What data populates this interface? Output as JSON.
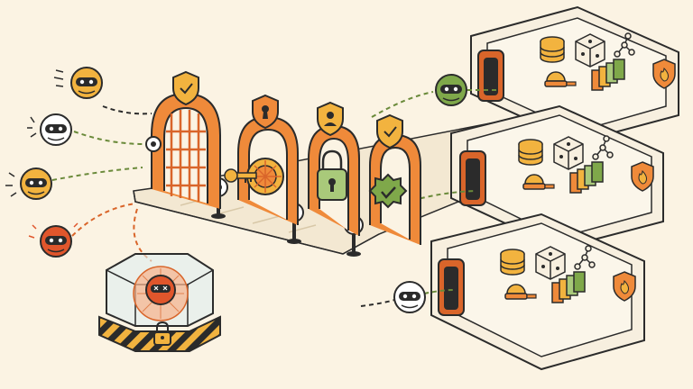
{
  "colors": {
    "background": "#fbf3e3",
    "outline": "#2b2b2b",
    "orange": "#ef8a3a",
    "orange_dark": "#d9652a",
    "yellow": "#f2b33f",
    "green": "#7fa84a",
    "green_light": "#a9c97a",
    "red": "#e0562c",
    "white": "#ffffff",
    "floor": "#f3e8d2",
    "wall": "#f7efdf"
  },
  "scene": {
    "agents": [
      {
        "name": "agent-yellow-1",
        "color": "#f2b33f",
        "path": "green",
        "status": "incoming"
      },
      {
        "name": "agent-white",
        "color": "#ffffff",
        "path": "green",
        "status": "incoming"
      },
      {
        "name": "agent-yellow-2",
        "color": "#f2b33f",
        "path": "green",
        "status": "incoming"
      },
      {
        "name": "agent-red",
        "color": "#e0562c",
        "path": "red",
        "status": "rejected"
      }
    ],
    "gates": [
      {
        "name": "gate-portcullis",
        "shield_icon": "check-icon"
      },
      {
        "name": "gate-key",
        "shield_icon": "keyhole-icon"
      },
      {
        "name": "gate-user",
        "shield_icon": "user-icon"
      },
      {
        "name": "gate-verified",
        "shield_icon": "check-icon"
      }
    ],
    "rooms": [
      {
        "name": "secure-room-1",
        "icons": [
          "database-icon",
          "network-dice-icon",
          "network-icon",
          "lock-icon",
          "server-cards-icon",
          "fire-shield-icon"
        ]
      },
      {
        "name": "secure-room-2",
        "icons": [
          "database-icon",
          "network-dice-icon",
          "network-icon",
          "lock-icon",
          "server-cards-icon",
          "fire-shield-icon"
        ]
      },
      {
        "name": "secure-room-3",
        "icons": [
          "database-icon",
          "network-dice-icon",
          "network-icon",
          "lock-icon",
          "server-cards-icon",
          "fire-shield-icon"
        ]
      }
    ],
    "quarantine": {
      "name": "quarantine-cage",
      "icon": "padlock-icon"
    }
  }
}
